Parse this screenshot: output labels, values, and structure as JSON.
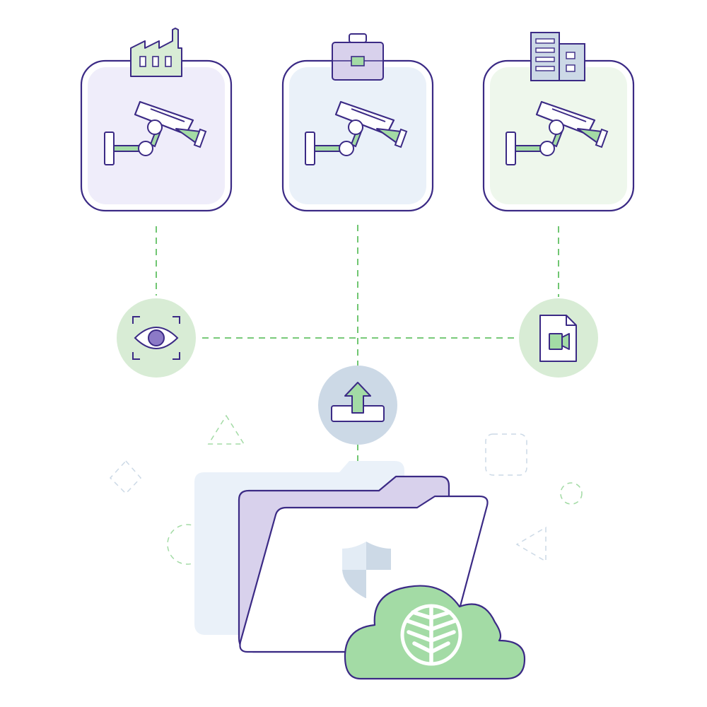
{
  "diagram": {
    "colors": {
      "outline": "#3b2a85",
      "green": "#a3dba5",
      "green_dark": "#7ec785",
      "purple_light": "#efedfa",
      "blue_light": "#eaf1f9",
      "green_light": "#eef7ec",
      "purple_mid": "#d8d1ec",
      "blue_gray": "#ccd9e6",
      "connector": "#4cb84f",
      "eye_iris": "#8c7ac7"
    },
    "cameras": [
      {
        "site_icon": "factory-icon",
        "tint": "purple"
      },
      {
        "site_icon": "briefcase-icon",
        "tint": "blue"
      },
      {
        "site_icon": "office-building-icon",
        "tint": "green"
      }
    ],
    "nodes": [
      "eye-scan-icon",
      "upload-icon",
      "video-file-icon"
    ],
    "storage": {
      "folder_icon": "folder-icon",
      "security_icon": "shield-icon",
      "cloud_icon": "cloud-icon",
      "logo": "wasabi-logo"
    }
  }
}
